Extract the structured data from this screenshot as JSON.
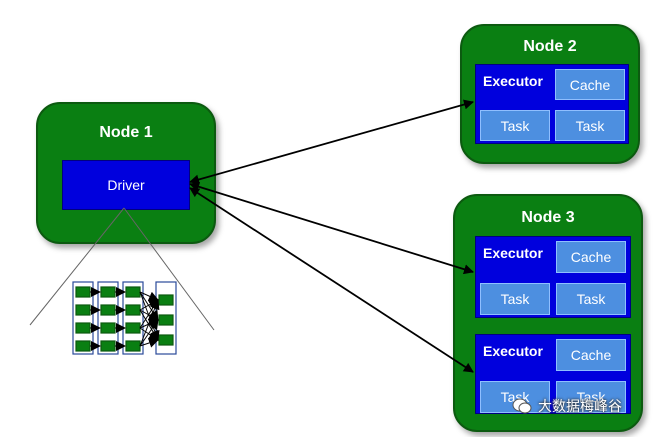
{
  "nodes": {
    "node1": {
      "title": "Node 1",
      "driver": "Driver"
    },
    "node2": {
      "title": "Node 2",
      "executors": [
        {
          "label": "Executor",
          "cache": "Cache",
          "tasks": [
            "Task",
            "Task"
          ]
        }
      ]
    },
    "node3": {
      "title": "Node 3",
      "executors": [
        {
          "label": "Executor",
          "cache": "Cache",
          "tasks": [
            "Task",
            "Task"
          ]
        },
        {
          "label": "Executor",
          "cache": "Cache",
          "tasks": [
            "Task",
            "Task"
          ]
        }
      ]
    }
  },
  "watermark": {
    "text": "大数据梅峰谷",
    "icon": "wechat-icon"
  },
  "colors": {
    "node_green": "#0a7f12",
    "executor_blue": "#0000dd",
    "cell_blue": "#4d8fe0",
    "dag_node": "#0a7f12"
  }
}
